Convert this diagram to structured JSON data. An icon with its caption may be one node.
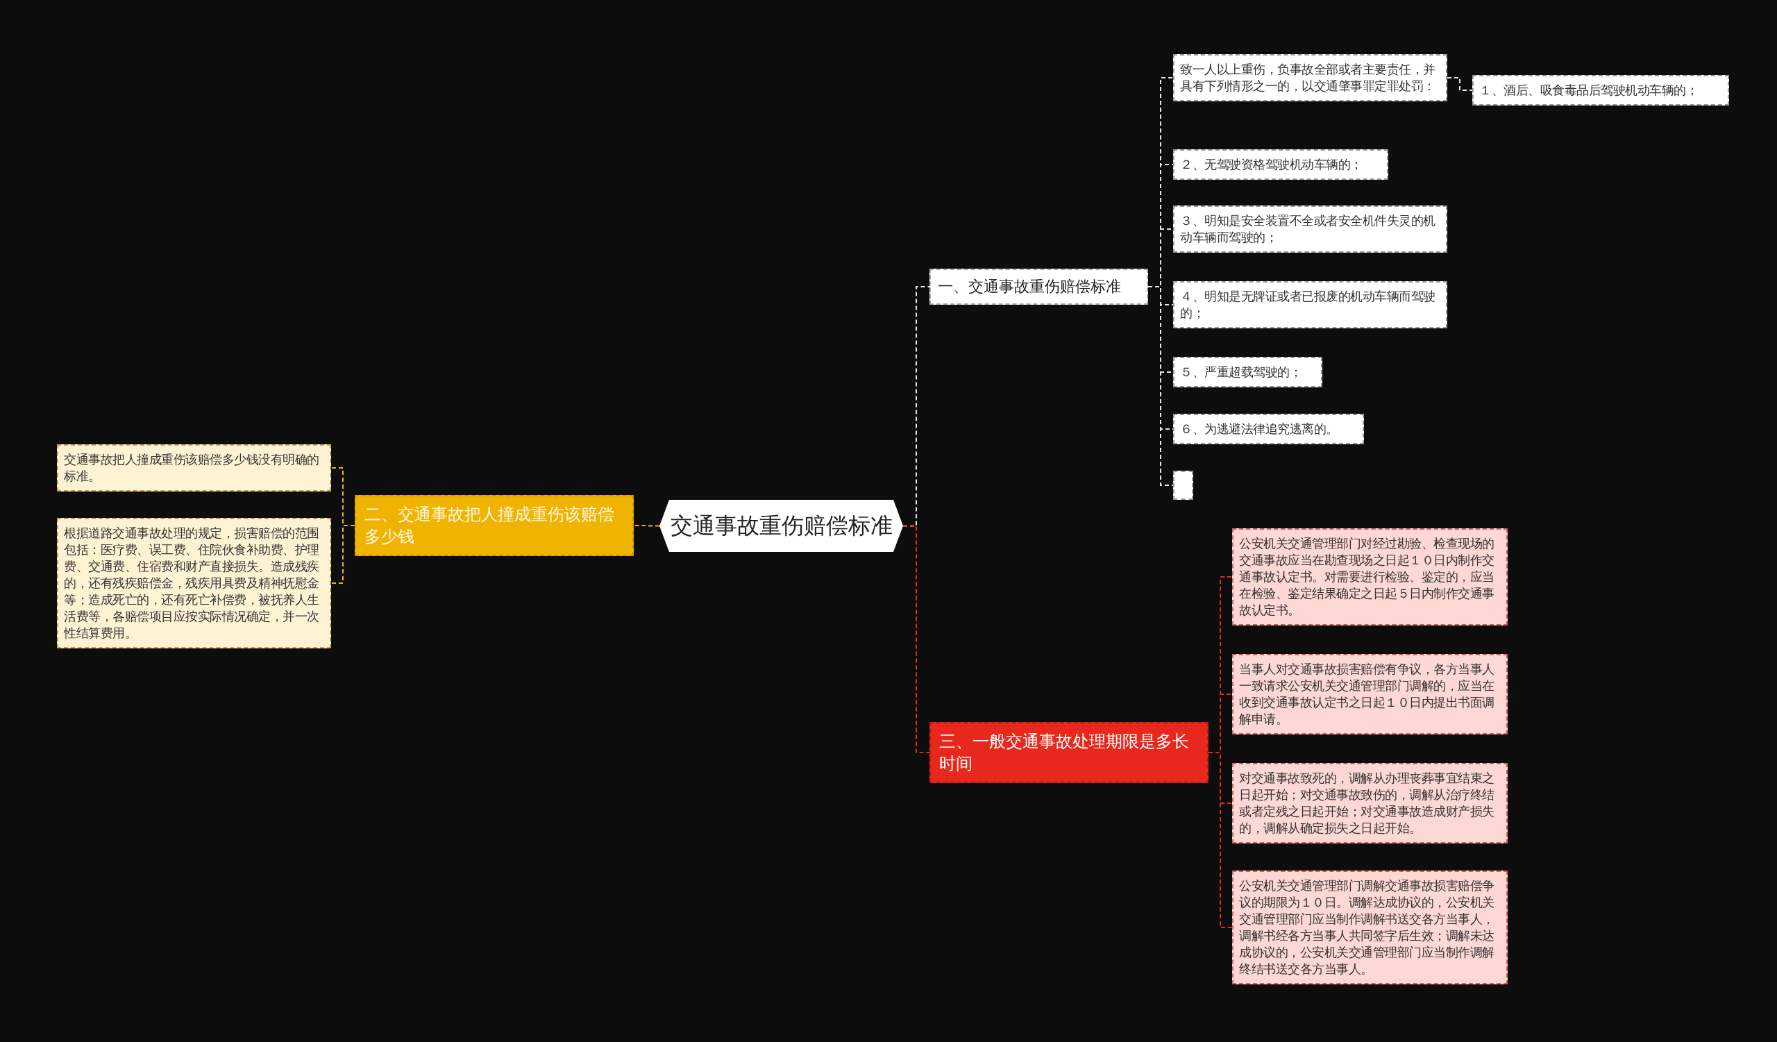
{
  "diagram": {
    "nodes": [
      {
        "text": [
          "交通事故重伤赔偿标准"
        ]
      },
      {
        "text": [
          "一、交通事故重伤赔偿标准"
        ]
      },
      {
        "text": [
          "致一人以上重伤，负事故全部或者主要责任，并具有下列情形之一的，以交通肇事罪定罪处罚："
        ]
      },
      {
        "text": [
          "１、酒后、吸食毒品后驾驶机动车辆的；"
        ]
      },
      {
        "text": [
          "２、无驾驶资格驾驶机动车辆的；"
        ]
      },
      {
        "text": [
          "３、明知是安全装置不全或者安全机件失灵的机动车辆而驾驶的；"
        ]
      },
      {
        "text": [
          "４、明知是无牌证或者已报废的机动车辆而驾驶的；"
        ]
      },
      {
        "text": [
          "５、严重超载驾驶的；"
        ]
      },
      {
        "text": [
          "６、为逃避法律追究逃离的。"
        ]
      },
      {
        "text": [],
        "shape": "box"
      },
      {
        "text": [
          "二、交通事故把人撞成重伤该赔偿多少钱"
        ]
      },
      {
        "text": [
          "交通事故把人撞成重伤该赔偿多少钱没有明确的标准。"
        ]
      },
      {
        "text": [
          "根据道路交通事故处理的规定，损害赔偿的范围包括：医疗费、误工费、住院伙食补助费、护理费、交通费、住宿费和财产直接损失。造成残疾的，还有残疾赔偿金，残疾用具费及精神抚慰金等；造成死亡的，还有死亡补偿费，被抚养人生活费等，各赔偿项目应按实际情况确定，并一次性结算费用。"
        ]
      },
      {
        "text": [
          "三、一般交通事故处理期限是多长时间"
        ]
      },
      {
        "text": [
          "公安机关交通管理部门对经过勘验、检查现场的交通事故应当在勘查现场之日起１０日内制作交通事故认定书。对需要进行检验、鉴定的，应当在检验、鉴定结果确定之日起５日内制作交通事故认定书。"
        ]
      },
      {
        "text": [
          "当事人对交通事故损害赔偿有争议，各方当事人一致请求公安机关交通管理部门调解的，应当在收到交通事故认定书之日起１０日内提出书面调解申请。"
        ]
      },
      {
        "text": [
          "对交通事故致死的，调解从办理丧葬事宜结束之日起开始；对交通事故致伤的，调解从治疗终结或者定残之日起开始；对交通事故造成财产损失的，调解从确定损失之日起开始。"
        ]
      },
      {
        "text": [
          "公安机关交通管理部门调解交通事故损害赔偿争议的期限为１０日。调解达成协议的，公安机关交通管理部门应当制作调解书送交各方当事人，调解书经各方当事人共同签字后生效；调解未达成协议的，公安机关交通管理部门应当制作调解终结书送交各方当事人。"
        ]
      }
    ],
    "edges": [
      {
        "from": 0,
        "to": 1,
        "arrow": "none"
      },
      {
        "from": 1,
        "to": 2,
        "arrow": "none"
      },
      {
        "from": 2,
        "to": 3,
        "arrow": "none"
      },
      {
        "from": 1,
        "to": 4,
        "arrow": "none"
      },
      {
        "from": 1,
        "to": 5,
        "arrow": "none"
      },
      {
        "from": 1,
        "to": 6,
        "arrow": "none"
      },
      {
        "from": 1,
        "to": 7,
        "arrow": "none"
      },
      {
        "from": 1,
        "to": 8,
        "arrow": "none"
      },
      {
        "from": 1,
        "to": 9,
        "arrow": "none"
      },
      {
        "from": 0,
        "to": 10,
        "arrow": "none",
        "color": "#f0b400"
      },
      {
        "from": 10,
        "to": 11,
        "arrow": "none",
        "color": "#f0b400"
      },
      {
        "from": 10,
        "to": 12,
        "arrow": "none",
        "color": "#f0b400"
      },
      {
        "from": 0,
        "to": 13,
        "arrow": "none",
        "color": "#e8281c"
      },
      {
        "from": 13,
        "to": 14,
        "arrow": "none",
        "color": "#e8281c"
      },
      {
        "from": 13,
        "to": 15,
        "arrow": "none",
        "color": "#e8281c"
      },
      {
        "from": 13,
        "to": 16,
        "arrow": "none",
        "color": "#e8281c"
      },
      {
        "from": 13,
        "to": 17,
        "arrow": "none",
        "color": "#e8281c"
      }
    ]
  }
}
